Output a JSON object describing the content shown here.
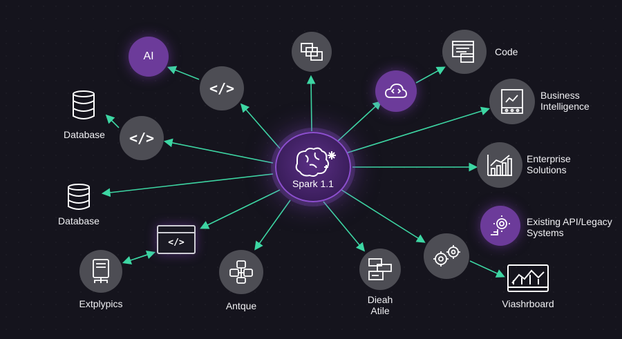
{
  "center": {
    "label": "Spark 1.1",
    "icon": "brain-sparkle-icon"
  },
  "nodes": {
    "ai": {
      "text": "AI"
    },
    "code_top": {
      "text": "</>"
    },
    "code_mid": {
      "text": "</>"
    },
    "code_win": {
      "text": "</>"
    },
    "copy_top": {
      "icon": "stacked-windows-icon"
    },
    "cloud": {
      "icon": "cloud-code-icon"
    },
    "code": {
      "label": "Code",
      "icon": "code-document-icon"
    },
    "bi": {
      "label_line1": "Business",
      "label_line2": "Intelligence",
      "icon": "dashboard-panel-icon"
    },
    "enterprise": {
      "label_line1": "Enterprise",
      "label_line2": "Solutions",
      "icon": "bar-chart-icon"
    },
    "legacy": {
      "label_line1": "Existing API/Legacy",
      "label_line2": "Systems",
      "icon": "gear-plug-icon"
    },
    "gears": {
      "icon": "gears-icon"
    },
    "dashboard": {
      "label": "Viashrboard",
      "icon": "chart-monitor-icon"
    },
    "dieah": {
      "label_line1": "Dieah",
      "label_line2": "Atile",
      "icon": "forms-icon"
    },
    "antque": {
      "label": "Antque",
      "icon": "flow-nodes-icon"
    },
    "extplypics": {
      "label": "Extplypics",
      "icon": "document-network-icon"
    },
    "db1": {
      "label": "Database",
      "icon": "database-icon"
    },
    "db2": {
      "label": "Database",
      "icon": "database-icon"
    }
  },
  "colors": {
    "accent": "#3dd6a3",
    "purple": "#6c3b9a",
    "node": "#4d4d54",
    "background": "#15141d"
  }
}
